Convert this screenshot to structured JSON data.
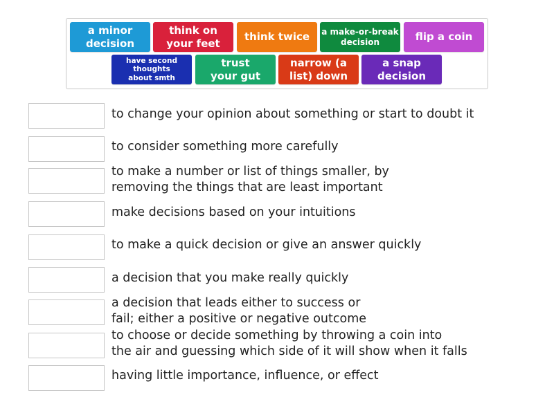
{
  "word_bank": {
    "tiles": [
      {
        "label": "a minor\ndecision",
        "color": "#1e9ad6"
      },
      {
        "label": "think on\nyour feet",
        "color": "#d9213b"
      },
      {
        "label": "think twice",
        "color": "#ef7a11"
      },
      {
        "label": "a make-or-break\ndecision",
        "color": "#0f8a3e"
      },
      {
        "label": "flip a coin",
        "color": "#c04bd2"
      },
      {
        "label": "have second\nthoughts\nabout smth",
        "color": "#1a2fb0"
      },
      {
        "label": "trust\nyour gut",
        "color": "#1aa86b"
      },
      {
        "label": "narrow (a\nlist) down",
        "color": "#d93a17"
      },
      {
        "label": "a snap\ndecision",
        "color": "#6a2ab8"
      }
    ]
  },
  "definitions": [
    {
      "answer": "",
      "text": "to change your opinion about something or start to doubt it"
    },
    {
      "answer": "",
      "text": "to consider something more carefully"
    },
    {
      "answer": "",
      "text": "to make a number or list of things smaller, by\nremoving the things that are least important"
    },
    {
      "answer": "",
      "text": "make decisions based on your intuitions"
    },
    {
      "answer": "",
      "text": "to make a quick decision or give an answer quickly"
    },
    {
      "answer": "",
      "text": "a decision that you make really quickly"
    },
    {
      "answer": "",
      "text": "a decision that leads either to success or\nfail; either a positive or negative outcome"
    },
    {
      "answer": "",
      "text": "to choose or decide something by throwing a coin into\nthe air and guessing which side of it will show when it falls"
    },
    {
      "answer": "",
      "text": "having little importance, influence, or effect"
    }
  ]
}
